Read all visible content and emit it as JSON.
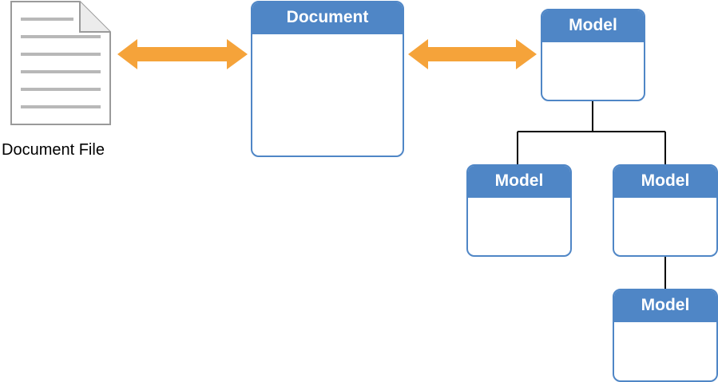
{
  "document_file": {
    "label": "Document File",
    "icon": "document-file-icon"
  },
  "document": {
    "title": "Document"
  },
  "models": [
    {
      "title": "Model"
    },
    {
      "title": "Model"
    },
    {
      "title": "Model"
    },
    {
      "title": "Model"
    }
  ],
  "colors": {
    "box_blue": "#4f86c6",
    "arrow_orange": "#f5a33a",
    "connector": "#000000",
    "file_lines": "#b8b8b8",
    "file_border": "#9a9a9a"
  }
}
